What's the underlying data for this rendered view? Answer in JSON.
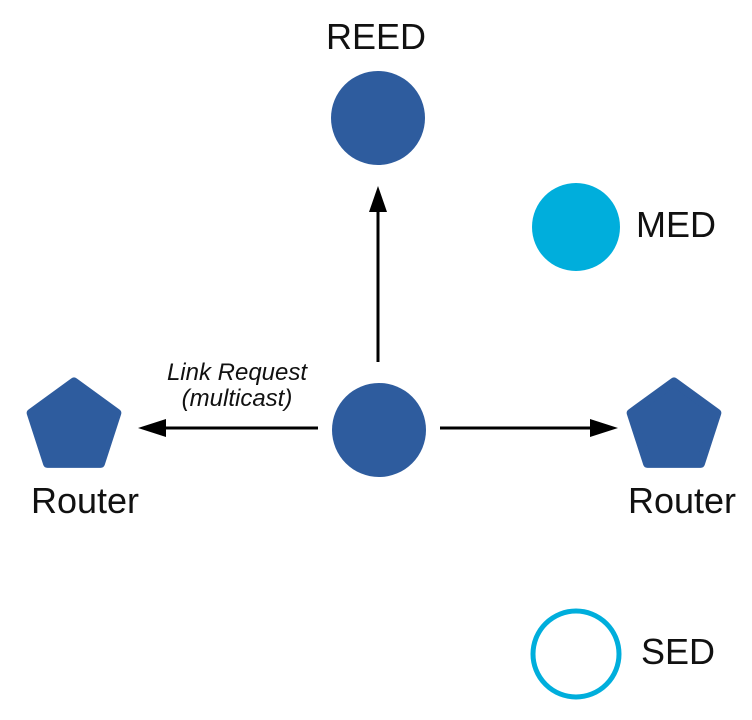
{
  "colors": {
    "node_blue": "#2E5C9E",
    "node_cyan": "#00AEDC",
    "arrow_black": "#000000",
    "text_black": "#111111",
    "background": "#FFFFFF"
  },
  "diagram": {
    "nodes": [
      {
        "id": "reed",
        "label": "REED",
        "shape": "circle",
        "style": "filled-blue"
      },
      {
        "id": "center",
        "label": "",
        "shape": "circle",
        "style": "filled-blue"
      },
      {
        "id": "med",
        "label": "MED",
        "shape": "circle",
        "style": "filled-cyan"
      },
      {
        "id": "sed",
        "label": "SED",
        "shape": "circle",
        "style": "outlined-cyan"
      },
      {
        "id": "router-left",
        "label": "Router",
        "shape": "pentagon",
        "style": "filled-blue"
      },
      {
        "id": "router-right",
        "label": "Router",
        "shape": "pentagon",
        "style": "filled-blue"
      }
    ],
    "edges": [
      {
        "from": "center",
        "to": "reed",
        "type": "arrow",
        "label_line1": "",
        "label_line2": ""
      },
      {
        "from": "center",
        "to": "router-left",
        "type": "arrow",
        "label_line1": "Link Request",
        "label_line2": "(multicast)"
      },
      {
        "from": "center",
        "to": "router-right",
        "type": "arrow",
        "label_line1": "",
        "label_line2": ""
      }
    ]
  }
}
